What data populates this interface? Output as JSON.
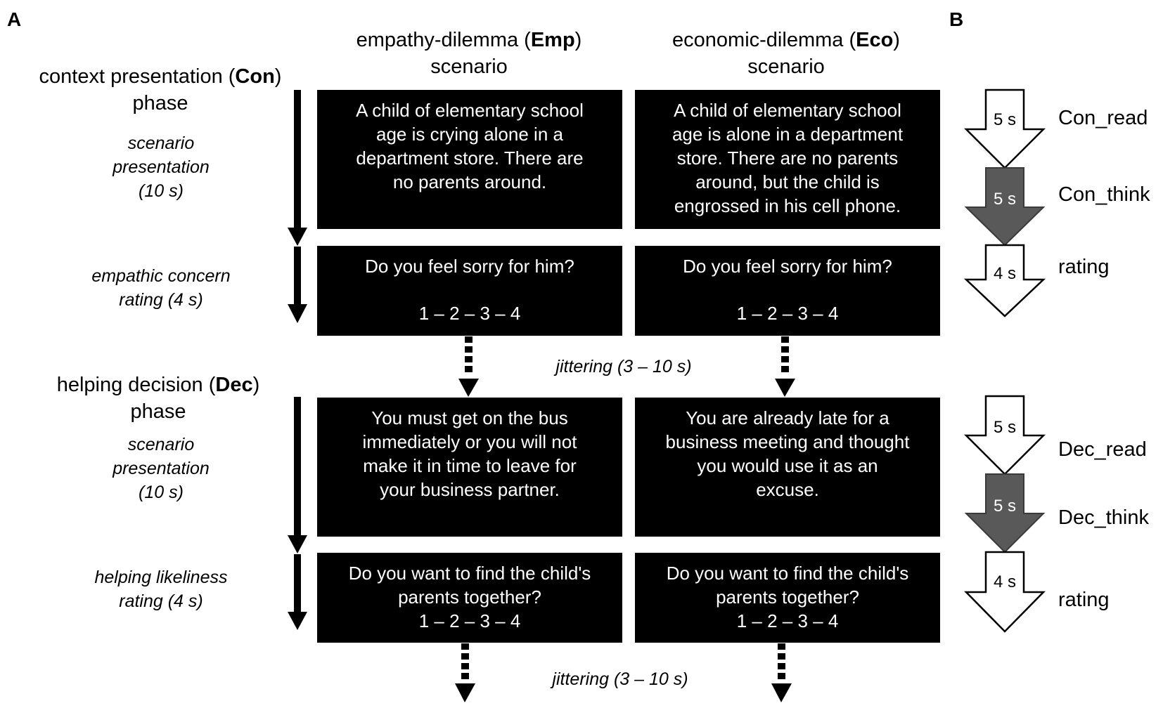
{
  "panels": {
    "a": "A",
    "b": "B"
  },
  "columns": {
    "emp": {
      "prefix": "empathy-dilemma (",
      "bold": "Emp",
      "suffix": ")",
      "line2": "scenario"
    },
    "eco": {
      "prefix": "economic-dilemma (",
      "bold": "Eco",
      "suffix": ")",
      "line2": "scenario"
    }
  },
  "phases": {
    "con": {
      "prefix": "context presentation (",
      "bold": "Con",
      "suffix": ")",
      "line2": "phase"
    },
    "dec": {
      "prefix": "helping decision (",
      "bold": "Dec",
      "suffix": ")",
      "line2": "phase"
    }
  },
  "steps": {
    "con_scenario": [
      "scenario",
      "presentation",
      "(10 s)"
    ],
    "con_rating": [
      "empathic concern",
      "rating (4 s)"
    ],
    "dec_scenario": [
      "scenario",
      "presentation",
      "(10 s)"
    ],
    "dec_rating": [
      "helping likeliness",
      "rating (4 s)"
    ]
  },
  "boxes": {
    "emp_context": [
      "A child of elementary school",
      "age is crying alone in a",
      "department store. There are",
      "no parents around."
    ],
    "eco_context": [
      "A child of elementary school",
      "age is alone in a department",
      "store. There are no parents",
      "around, but the child is",
      "engrossed in his cell phone."
    ],
    "emp_concern": {
      "question": "Do you feel sorry for him?",
      "scale": "1 – 2 – 3 – 4"
    },
    "eco_concern": {
      "question": "Do you feel sorry for him?",
      "scale": "1 – 2 – 3 – 4"
    },
    "emp_decision": [
      "You must get on the bus",
      "immediately or you will not",
      "make it in time to leave for",
      "your business partner."
    ],
    "eco_decision": [
      "You are already late for a",
      "business meeting and thought",
      "you would use it as an",
      "excuse."
    ],
    "emp_help": {
      "question": [
        "Do you want to find the child's",
        "parents together?"
      ],
      "scale": "1 – 2 – 3 – 4"
    },
    "eco_help": {
      "question": [
        "Do you want to find the child's",
        "parents together?"
      ],
      "scale": "1 – 2 – 3 – 4"
    }
  },
  "jitter": {
    "first": "jittering (3 – 10 s)",
    "second": "jittering (3 – 10 s)"
  },
  "timeline": {
    "con_read": {
      "duration": "5 s",
      "label": "Con_read"
    },
    "con_think": {
      "duration": "5 s",
      "label": "Con_think"
    },
    "con_rating": {
      "duration": "4 s",
      "label": "rating"
    },
    "dec_read": {
      "duration": "5 s",
      "label": "Dec_read"
    },
    "dec_think": {
      "duration": "5 s",
      "label": "Dec_think"
    },
    "dec_rating": {
      "duration": "4 s",
      "label": "rating"
    }
  },
  "colors": {
    "box": "#000000",
    "think_arrow": "#595959",
    "read_arrow": "#ffffff"
  }
}
